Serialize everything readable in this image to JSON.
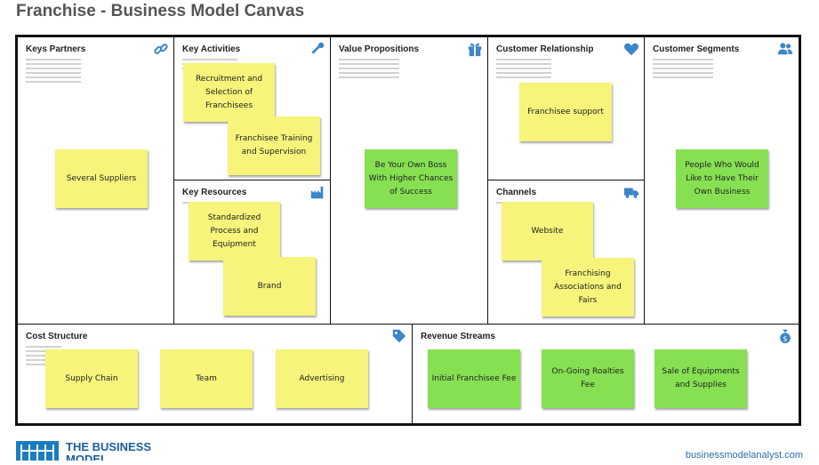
{
  "title": "Franchise - Business Model Canvas",
  "colors": {
    "sticky_yellow": "#f6f47a",
    "sticky_green": "#86e052",
    "icon_blue": "#3a86c8",
    "brand_blue": "#1a7dc1"
  },
  "boxes": {
    "key_partners": {
      "label": "Keys Partners",
      "icon": "link-icon",
      "notes": [
        "Several Suppliers"
      ]
    },
    "key_activities": {
      "label": "Key Activities",
      "icon": "wrench-icon",
      "notes": [
        "Recruitment and Selection of Franchisees",
        "Franchisee Training and Supervision"
      ]
    },
    "key_resources": {
      "label": "Key Resources",
      "icon": "factory-icon",
      "notes": [
        "Standardized Process and Equipment",
        "Brand"
      ]
    },
    "value_propositions": {
      "label": "Value Propositions",
      "icon": "gift-icon",
      "notes": [
        "Be Your Own Boss With Higher Chances of Success"
      ]
    },
    "customer_relationship": {
      "label": "Customer Relationship",
      "icon": "heart-icon",
      "notes": [
        "Franchisee support"
      ]
    },
    "channels": {
      "label": "Channels",
      "icon": "truck-icon",
      "notes": [
        "Website",
        "Franchising Associations and Fairs"
      ]
    },
    "customer_segments": {
      "label": "Customer Segments",
      "icon": "users-icon",
      "notes": [
        "People Who Would Like to Have Their Own Business"
      ]
    },
    "cost_structure": {
      "label": "Cost Structure",
      "icon": "tag-icon",
      "notes": [
        "Supply Chain",
        "Team",
        "Advertising"
      ]
    },
    "revenue_streams": {
      "label": "Revenue Streams",
      "icon": "money-bag-icon",
      "notes": [
        "Initial Franchisee Fee",
        "On-Going Roalties Fee",
        "Sale of Equipments and Supplies"
      ]
    }
  },
  "footer": {
    "brand": "THE BUSINESS MODEL ANALYST",
    "website": "businessmodelanalyst.com"
  }
}
